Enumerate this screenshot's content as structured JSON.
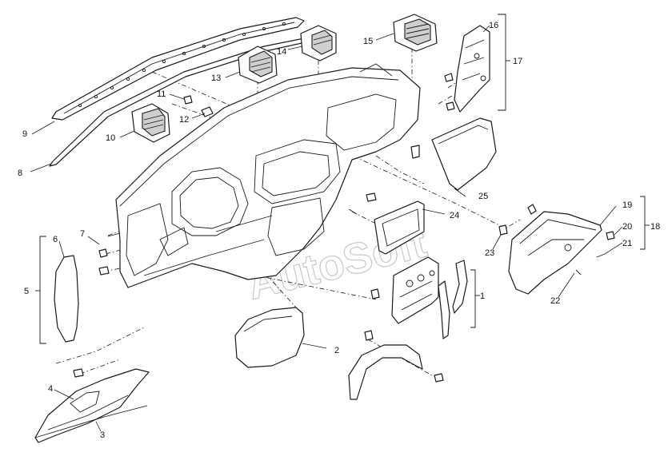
{
  "watermark": "AutoSoft",
  "callouts": {
    "c1": "1",
    "c2": "2",
    "c3": "3",
    "c4": "4",
    "c5": "5",
    "c6": "6",
    "c7": "7",
    "c8": "8",
    "c9": "9",
    "c10": "10",
    "c11": "11",
    "c12": "12",
    "c13": "13",
    "c14": "14",
    "c15": "15",
    "c16": "16",
    "c17": "17",
    "c18": "18",
    "c19": "19",
    "c20": "20",
    "c21": "21",
    "c22": "22",
    "c23": "23",
    "c24": "24",
    "c25": "25"
  }
}
